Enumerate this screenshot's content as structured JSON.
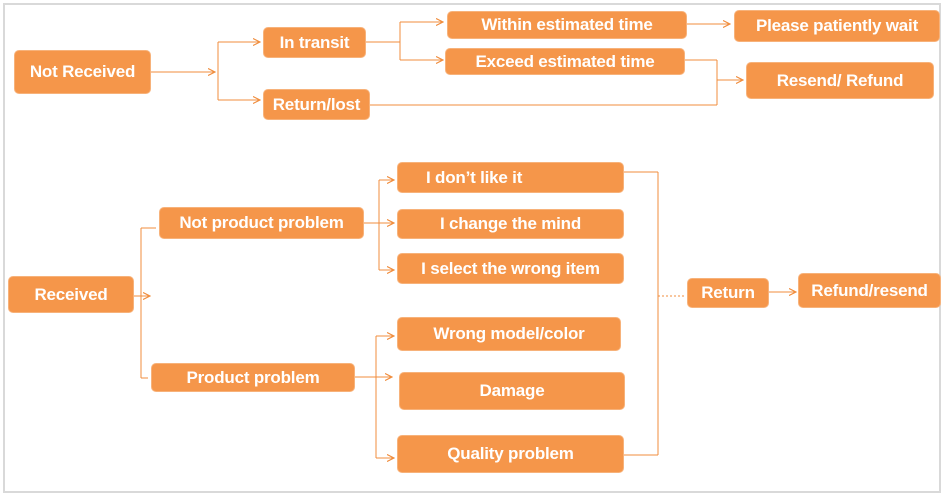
{
  "colors": {
    "node_fill": "#f5964a",
    "connector": "#f08c3c",
    "frame": "#d9d9d9"
  },
  "top_flow": {
    "root": "Not Received",
    "in_transit": "In transit",
    "return_lost": "Return/lost",
    "within_time": "Within estimated time",
    "exceed_time": "Exceed estimated time",
    "patiently_wait": "Please patiently wait",
    "resend_refund": "Resend/ Refund"
  },
  "bottom_flow": {
    "root": "Received",
    "not_product_problem": "Not product problem",
    "product_problem": "Product problem",
    "dont_like": "I don’t like it",
    "change_mind": "I change the mind",
    "wrong_item": "I select the wrong item",
    "wrong_model": "Wrong model/color",
    "damage": "Damage",
    "quality": "Quality problem",
    "return": "Return",
    "refund_resend": "Refund/resend"
  }
}
